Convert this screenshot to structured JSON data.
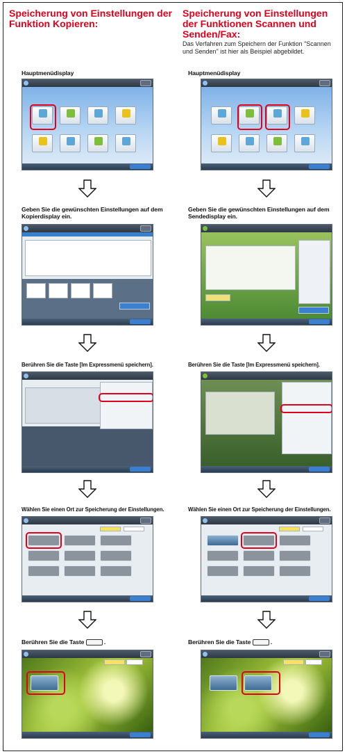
{
  "left": {
    "title": "Speicherung von Einstellungen der Funktion Kopieren:",
    "steps": [
      "Hauptmenüdisplay",
      "Geben Sie die gewünschten Einstellungen auf dem Kopierdisplay ein.",
      "Berühren Sie die Taste [Im Expressmenü speichern].",
      "Wählen Sie einen Ort zur Speicherung der Einstellungen.",
      "Berühren Sie die Taste"
    ]
  },
  "right": {
    "title": "Speicherung von Einstellungen der Funktionen Scannen und Senden/Fax:",
    "subtitle": "Das Verfahren zum Speichern der Funktion \"Scannen und Senden\" ist hier als Beispiel abgebildet.",
    "steps": [
      "Hauptmenüdisplay",
      "Geben Sie die gewünschten Einstellungen auf dem Sendedisplay ein.",
      "Berühren Sie die Taste [Im Expressmenü speichern].",
      "Wählen Sie einen Ort zur Speicherung der Einstellungen.",
      "Berühren Sie die Taste"
    ]
  },
  "colors": {
    "accent": "#e0001b"
  },
  "icons": [
    "down-arrow-icon",
    "quick-key-icon"
  ]
}
